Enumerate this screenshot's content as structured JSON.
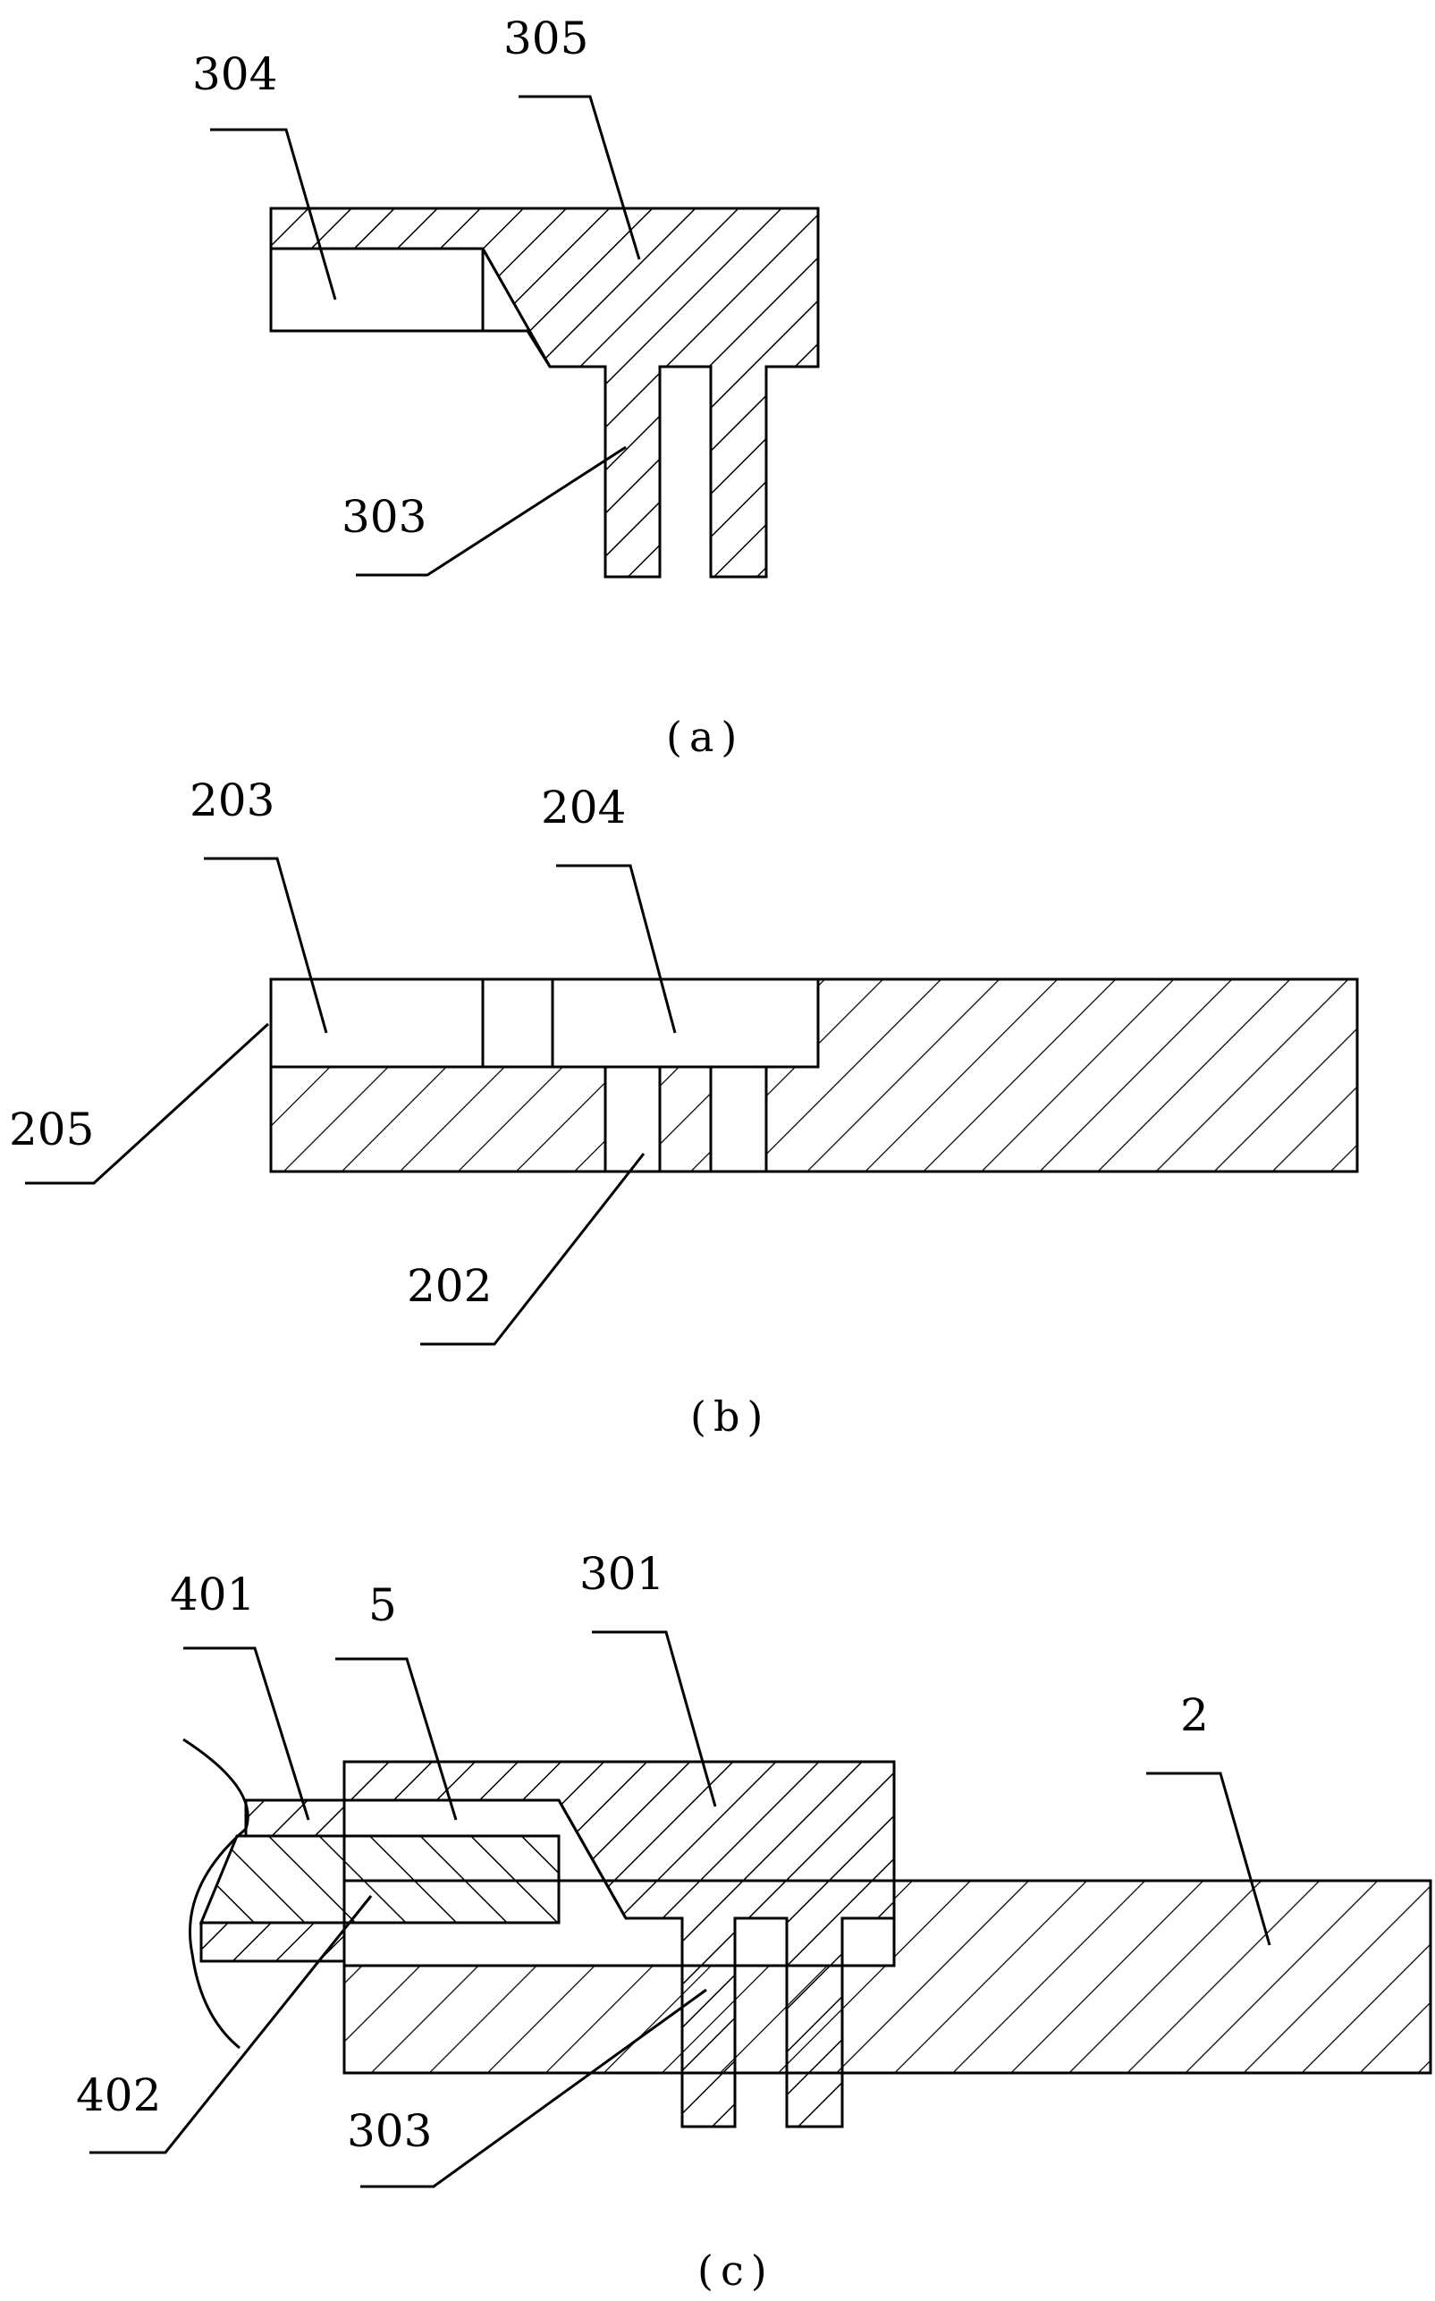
{
  "figure_a": {
    "caption": "(a)",
    "labels": {
      "l304": "304",
      "l305": "305",
      "l303": "303"
    }
  },
  "figure_b": {
    "caption": "(b)",
    "labels": {
      "l203": "203",
      "l204": "204",
      "l205": "205",
      "l202": "202"
    }
  },
  "figure_c": {
    "caption": "(c)",
    "labels": {
      "l401": "401",
      "l5": "5",
      "l301": "301",
      "l2": "2",
      "l402": "402",
      "l303": "303"
    }
  }
}
